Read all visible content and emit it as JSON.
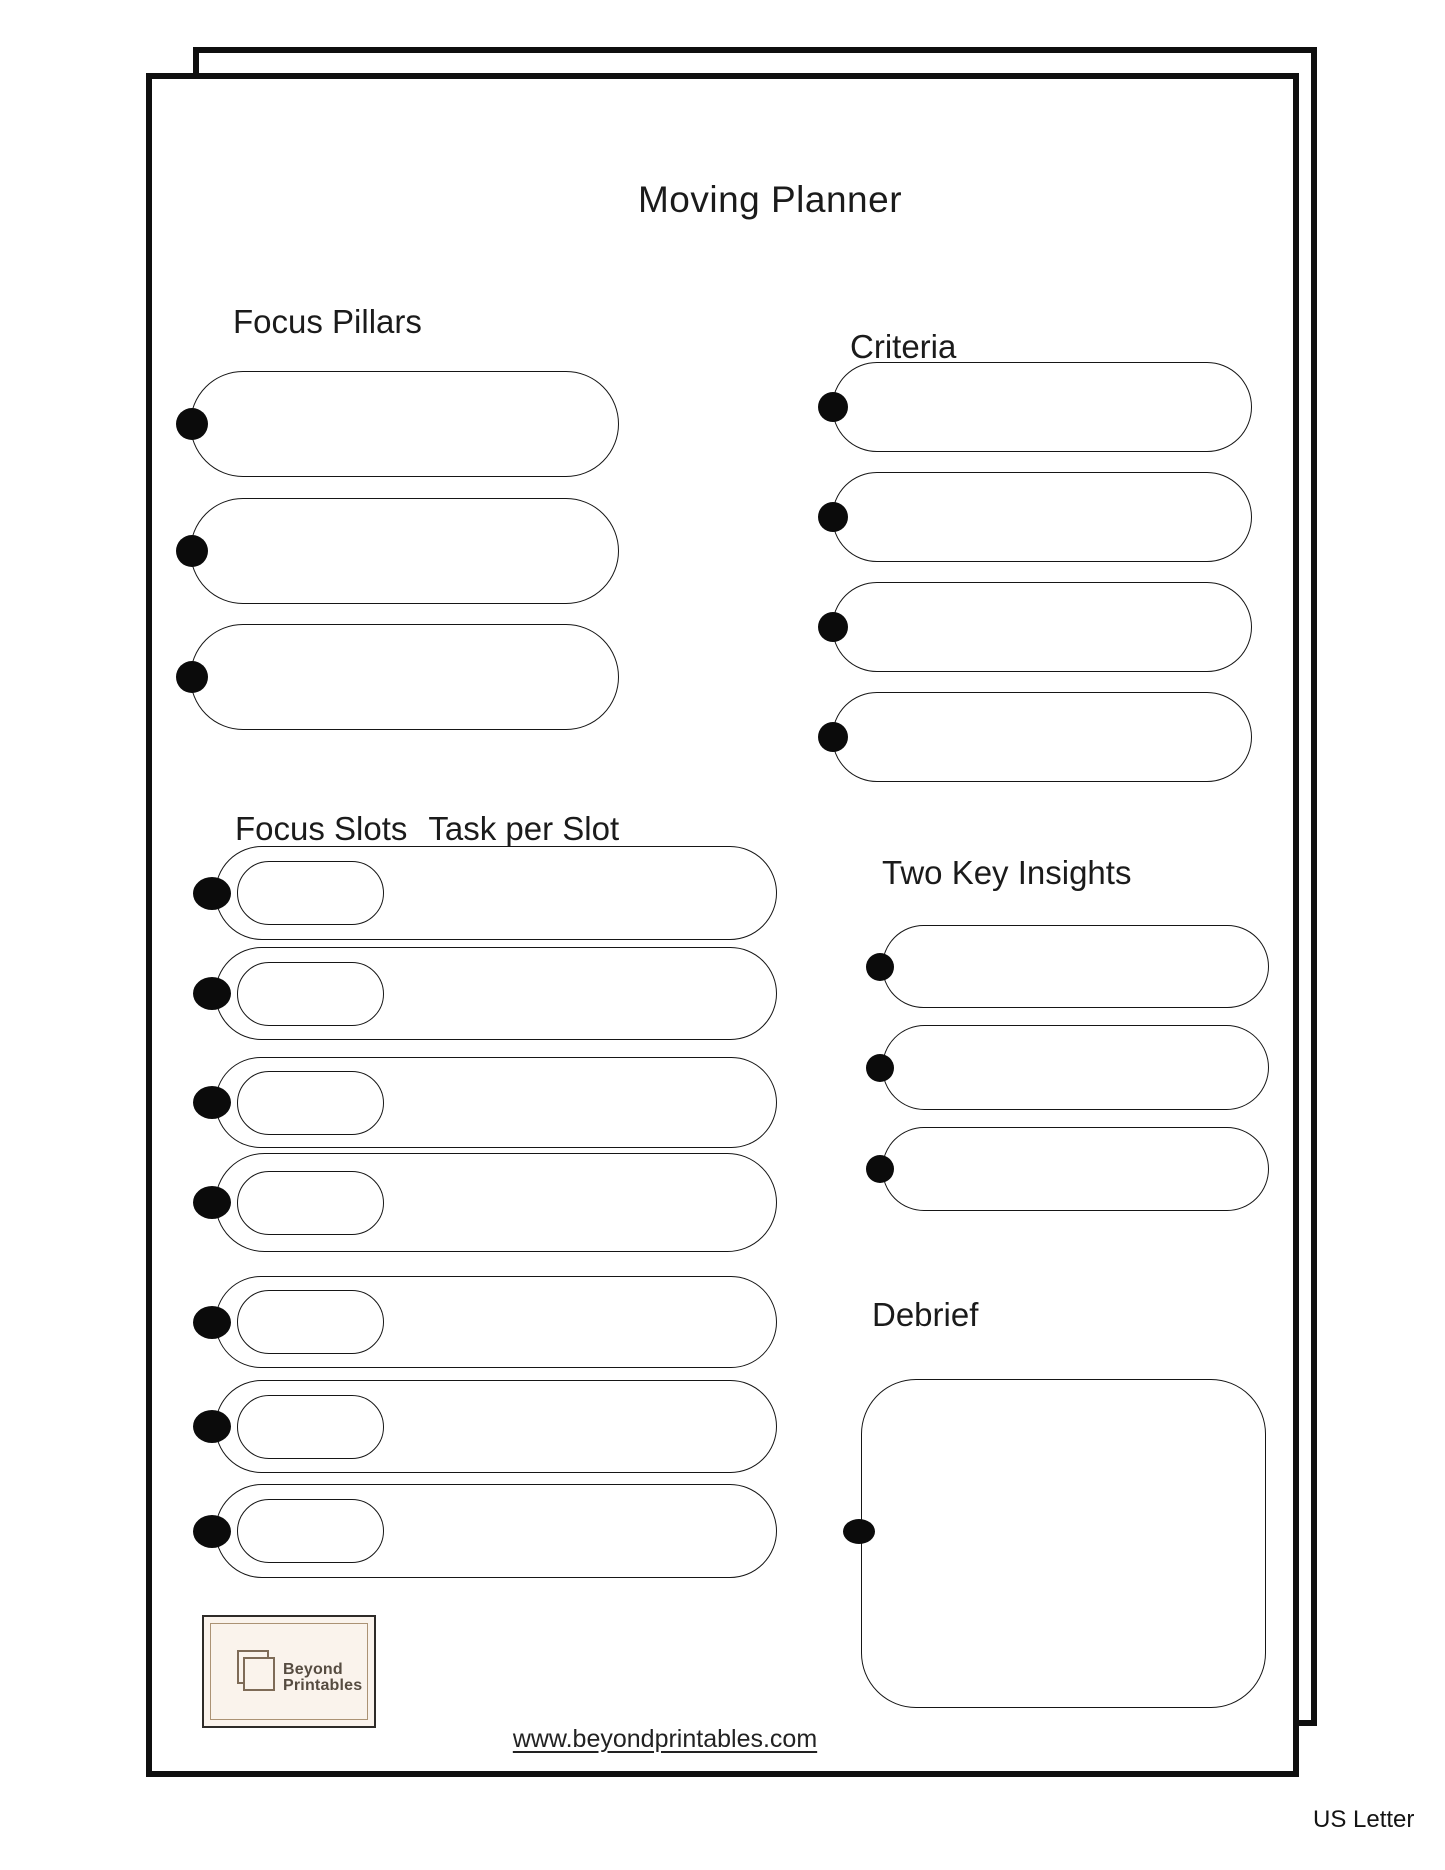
{
  "page": {
    "title": "Moving Planner",
    "footer_url": "www.beyondprintables.com",
    "paper_label": "US Letter"
  },
  "sections": {
    "focus_pillars": {
      "heading": "Focus Pillars"
    },
    "criteria": {
      "heading": "Criteria"
    },
    "focus_slots": {
      "heading_left": "Focus Slots",
      "heading_right": "Task per Slot"
    },
    "two_key_insights": {
      "heading": "Two Key Insights"
    },
    "debrief": {
      "heading": "Debrief"
    }
  },
  "logo": {
    "icon": "pages-icon",
    "line1": "Beyond",
    "line2": "Printables"
  },
  "colors": {
    "ink": "#0f0f0f",
    "field_border": "#161616",
    "bullet": "#0b0b0b",
    "logo_background": "#faf3ec",
    "logo_border": "#2e2b28",
    "logo_accent": "#ab9274",
    "logo_text": "#564c41"
  }
}
